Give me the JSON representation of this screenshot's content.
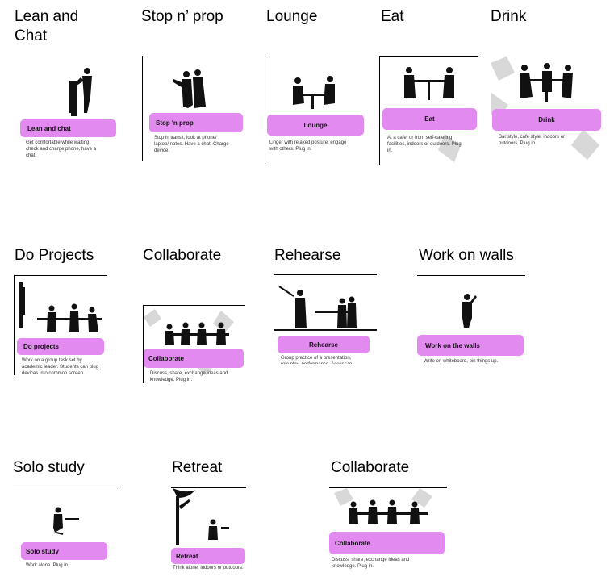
{
  "headings": {
    "lean": "Lean and\nChat",
    "stop": "Stop n’ prop",
    "lounge": "Lounge",
    "eat": "Eat",
    "drink": "Drink",
    "projects": "Do Projects",
    "collab1": "Collaborate",
    "rehearse": "Rehearse",
    "walls": "Work on walls",
    "solo": "Solo study",
    "retreat": "Retreat",
    "collab2": "Collaborate"
  },
  "cards": {
    "lean": {
      "label": "Lean and chat",
      "desc": "Get comfortable while waiting,\ncheck and charge phone, have a\nchat."
    },
    "stop": {
      "label": "Stop 'n prop",
      "desc": "Stop in transit, look at phone/\nlaptop/ notes. Have a chat. Charge\ndevice."
    },
    "lounge": {
      "label": "Lounge",
      "desc": "Linger with relaxed posture, engage\nwith others. Plug in."
    },
    "eat": {
      "label": "Eat",
      "desc": "At a cafe, or from self-catering\nfacilities, indoors or outdoors. Plug\nin."
    },
    "drink": {
      "label": "Drink",
      "desc": "Bar style, cafe style, indoors or\noutdoors. Plug in."
    },
    "projects": {
      "label": "Do projects",
      "desc": "Work on a group task set by\nacademic leader. Students can plug\ndevices into common screen."
    },
    "collab1": {
      "label": "Collaborate",
      "desc": "Discuss, share, exchange ideas and\nknowledge. Plug in."
    },
    "rehearse": {
      "label": "Rehearse",
      "desc": "Group practice of a presentation,\nrole play, performance. Access to\nAV."
    },
    "walls": {
      "label": "Work on the walls",
      "desc": "Write on whiteboard, pin things up."
    },
    "solo": {
      "label": "Solo study",
      "desc": "Work alone. Plug in."
    },
    "retreat": {
      "label": "Retreat",
      "desc": "Think alone, indoors or outdoors."
    },
    "collab2": {
      "label": "Collaborate",
      "desc": "Discuss, share, exchange ideas and\nknowledge. Plug in."
    }
  },
  "colors": {
    "pill": "#e28af0",
    "watermark": "#d8d8d8"
  }
}
